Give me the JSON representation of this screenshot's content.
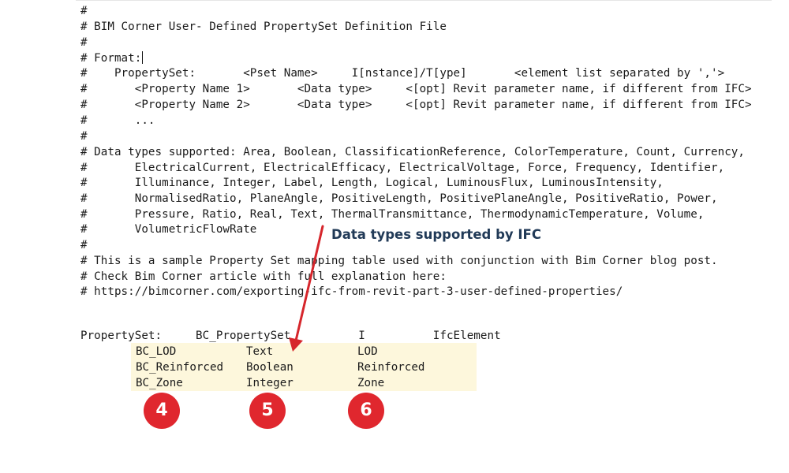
{
  "comment_lines": [
    "#",
    "# BIM Corner User- Defined PropertySet Definition File",
    "#",
    "# Format:",
    "#    PropertySet:       <Pset Name>     I[nstance]/T[ype]       <element list separated by ','>",
    "#       <Property Name 1>       <Data type>     <[opt] Revit parameter name, if different from IFC>",
    "#       <Property Name 2>       <Data type>     <[opt] Revit parameter name, if different from IFC>",
    "#       ...",
    "#",
    "# Data types supported: Area, Boolean, ClassificationReference, ColorTemperature, Count, Currency,",
    "#       ElectricalCurrent, ElectricalEfficacy, ElectricalVoltage, Force, Frequency, Identifier,",
    "#       Illuminance, Integer, Label, Length, Logical, LuminousFlux, LuminousIntensity,",
    "#       NormalisedRatio, PlaneAngle, PositiveLength, PositivePlaneAngle, PositiveRatio, Power,",
    "#       Pressure, Ratio, Real, Text, ThermalTransmittance, ThermodynamicTemperature, Volume,",
    "#       VolumetricFlowRate",
    "#",
    "# This is a sample Property Set mapping table used with conjunction with Bim Corner blog post.",
    "# Check Bim Corner article with full explanation here:",
    "# https://bimcorner.com/exporting-ifc-from-revit-part-3-user-defined-properties/"
  ],
  "propertyset_line": "PropertySet:     BC_PropertySet          I          IfcElement",
  "properties": [
    {
      "name": "BC_LOD",
      "type": "Text",
      "revit": "LOD"
    },
    {
      "name": "BC_Reinforced",
      "type": "Boolean",
      "revit": "Reinforced"
    },
    {
      "name": "BC_Zone",
      "type": "Integer",
      "revit": "Zone"
    }
  ],
  "annotation": {
    "label": "Data types supported by IFC",
    "color": "#213a57",
    "arrow_color": "#d6262c"
  },
  "badges": [
    {
      "label": "4"
    },
    {
      "label": "5"
    },
    {
      "label": "6"
    }
  ],
  "colors": {
    "highlight": "#fdf7dc",
    "badge": "#e0272e",
    "text": "#1a1a1a"
  }
}
